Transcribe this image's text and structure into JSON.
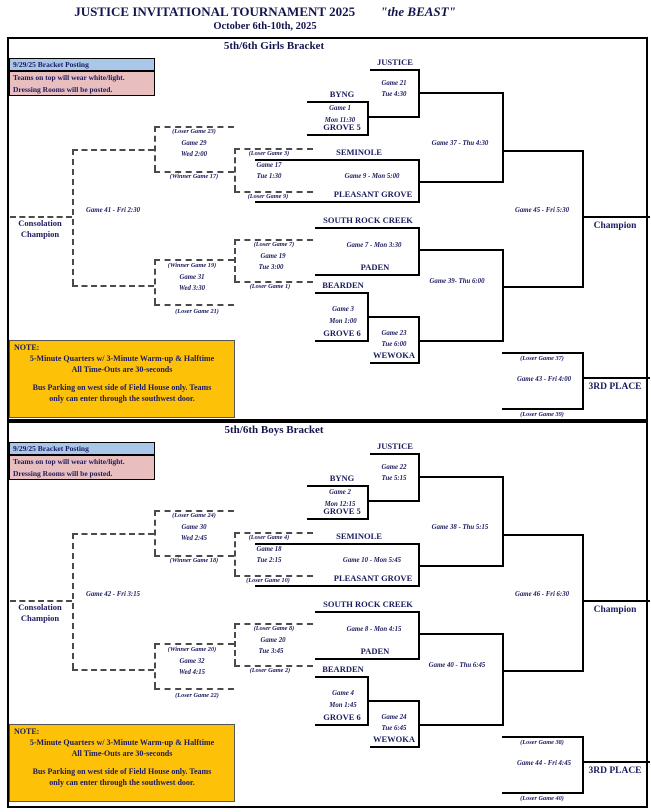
{
  "header": {
    "title": "JUSTICE INVITATIONAL TOURNAMENT 2025",
    "nickname": "\"the BEAST\"",
    "dates": "October 6th-10th, 2025"
  },
  "notices": {
    "posting": "9/29/25 Bracket Posting",
    "uniform1": "Teams on top will wear white/light.",
    "uniform2": "Dressing Rooms will be posted.",
    "note_heading": "NOTE:",
    "note1": "5-Minute Quarters w/ 3-Minute Warm-up & Halftime",
    "note2": "All Time-Outs are 30-seconds",
    "note3": "Bus Parking on west side of Field House only.  Teams",
    "note4": "only can enter through the southwest door."
  },
  "girls": {
    "title": "5th/6th Girls Bracket",
    "teams": {
      "justice": "JUSTICE",
      "byng": "BYNG",
      "grove5": "GROVE 5",
      "seminole": "SEMINOLE",
      "pleasant_grove": "PLEASANT GROVE",
      "south_rock_creek": "SOUTH ROCK CREEK",
      "paden": "PADEN",
      "bearden": "BEARDEN",
      "grove6": "GROVE 6",
      "wewoka": "WEWOKA"
    },
    "games": {
      "open_top_game": "Game 1",
      "open_top_time": "Mon 11:30",
      "q1_game": "Game 21",
      "q1_time": "Tue 4:30",
      "q2": "Game 9 - Mon 5:00",
      "q3": "Game 7 - Mon 3:30",
      "open_bot_game": "Game 3",
      "open_bot_time": "Mon 1:00",
      "q4_game": "Game 23",
      "q4_time": "Tue 6:00",
      "semi_top": "Game 37 - Thu 4:30",
      "semi_bot": "Game 39- Thu 6:00",
      "final": "Game 45 - Fri 5:30",
      "third": "Game 43 - Fri 4:00",
      "cons_semi_top_game": "Game 29",
      "cons_semi_top_time": "Wed 2:00",
      "cons_mid_top_game": "Game 17",
      "cons_mid_top_time": "Tue 1:30",
      "cons_mid_bot_game": "Game 19",
      "cons_mid_bot_time": "Tue 3:00",
      "cons_semi_bot_game": "Game 31",
      "cons_semi_bot_time": "Wed 3:30",
      "cons_final": "Game 41 - Fri 2:30"
    },
    "labels": {
      "champion": "Champion",
      "third_place": "3RD PLACE",
      "third_from_top": "(Loser Game 37)",
      "third_from_bot": "(Loser Game 39)",
      "cons_champion1": "Consolation",
      "cons_champion2": "Champion",
      "c1_top": "(Loser Game 23)",
      "c1_bot": "(Winner Game 17)",
      "c2_top": "(Loser Game 3)",
      "c2_bot": "(Loser Game 9)",
      "c3_top": "(Loser Game 7)",
      "c3_bot": "(Loser Game 1)",
      "c4_top": "(Winner Game 19)",
      "c4_bot": "(Loser Game 21)"
    }
  },
  "boys": {
    "title": "5th/6th Boys Bracket",
    "teams": {
      "justice": "JUSTICE",
      "byng": "BYNG",
      "grove5": "GROVE 5",
      "seminole": "SEMINOLE",
      "pleasant_grove": "PLEASANT GROVE",
      "south_rock_creek": "SOUTH ROCK CREEK",
      "paden": "PADEN",
      "bearden": "BEARDEN",
      "grove6": "GROVE 6",
      "wewoka": "WEWOKA"
    },
    "games": {
      "open_top_game": "Game 2",
      "open_top_time": "Mon 12:15",
      "q1_game": "Game 22",
      "q1_time": "Tue 5:15",
      "q2": "Game 10 - Mon 5:45",
      "q3": "Game 8 - Mon 4:15",
      "open_bot_game": "Game 4",
      "open_bot_time": "Mon 1:45",
      "q4_game": "Game 24",
      "q4_time": "Tue 6:45",
      "semi_top": "Game 38 - Thu 5:15",
      "semi_bot": "Game 40 - Thu 6:45",
      "final": "Game 46 - Fri 6:30",
      "third": "Game 44 - Fri 4:45",
      "cons_semi_top_game": "Game 30",
      "cons_semi_top_time": "Wed 2:45",
      "cons_mid_top_game": "Game 18",
      "cons_mid_top_time": "Tue 2:15",
      "cons_mid_bot_game": "Game 20",
      "cons_mid_bot_time": "Tue 3:45",
      "cons_semi_bot_game": "Game 32",
      "cons_semi_bot_time": "Wed 4:15",
      "cons_final": "Game 42 - Fri 3:15"
    },
    "labels": {
      "champion": "Champion",
      "third_place": "3RD PLACE",
      "third_from_top": "(Loser Game 38)",
      "third_from_bot": "(Loser Game 40)",
      "cons_champion1": "Consolation",
      "cons_champion2": "Champion",
      "c1_top": "(Loser Game 24)",
      "c1_bot": "(Winner Game 18)",
      "c2_top": "(Loser Game 4)",
      "c2_bot": "(Loser Game 10)",
      "c3_top": "(Loser Game 8)",
      "c3_bot": "(Loser Game 2)",
      "c4_top": "(Winner Game 20)",
      "c4_bot": "(Loser Game 22)"
    }
  }
}
